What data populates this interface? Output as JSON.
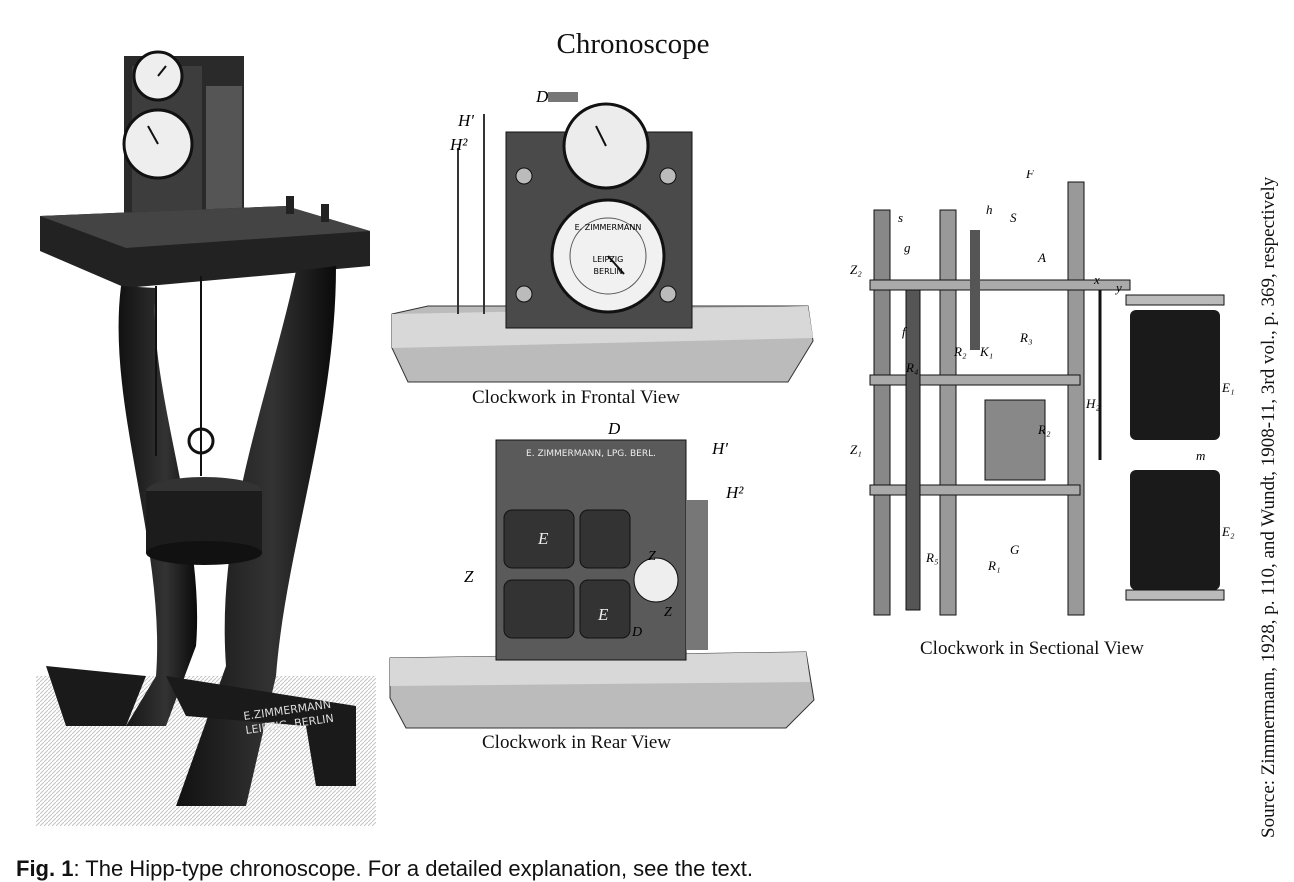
{
  "title": "Chronoscope",
  "images": {
    "stand": {
      "label": "E.ZIMMERMANN",
      "label2": "LEIPZIG. BERLIN"
    },
    "frontal": {
      "caption": "Clockwork in Frontal View",
      "labels": [
        "D",
        "H'",
        "H²"
      ],
      "dial_text": [
        "E. ZIMMERMANN",
        "LEIPZIG",
        "BERLIN"
      ]
    },
    "rear": {
      "caption": "Clockwork in Rear View",
      "labels": [
        "D",
        "H'",
        "H²",
        "E",
        "E",
        "Z",
        "Z",
        "Z",
        "D"
      ],
      "plate_text": "E. ZIMMERMANN, LPG. BERL."
    },
    "sectional": {
      "caption": "Clockwork in Sectional View",
      "labels": [
        "F",
        "S",
        "h",
        "s",
        "g",
        "A",
        "Z₂",
        "R₂",
        "K₁",
        "R₃",
        "R₄",
        "x",
        "y",
        "E₁",
        "H₂",
        "R₂",
        "Z₁",
        "m",
        "G",
        "R₅",
        "R₁",
        "E₂",
        "f"
      ]
    }
  },
  "source": "Source: Zimmermann, 1928, p. 110, and Wundt, 1908-11, 3rd vol., p. 369, respectively",
  "figure_caption": {
    "label": "Fig. 1",
    "text": ": The Hipp-type chronoscope. For a detailed explanation, see the text."
  }
}
